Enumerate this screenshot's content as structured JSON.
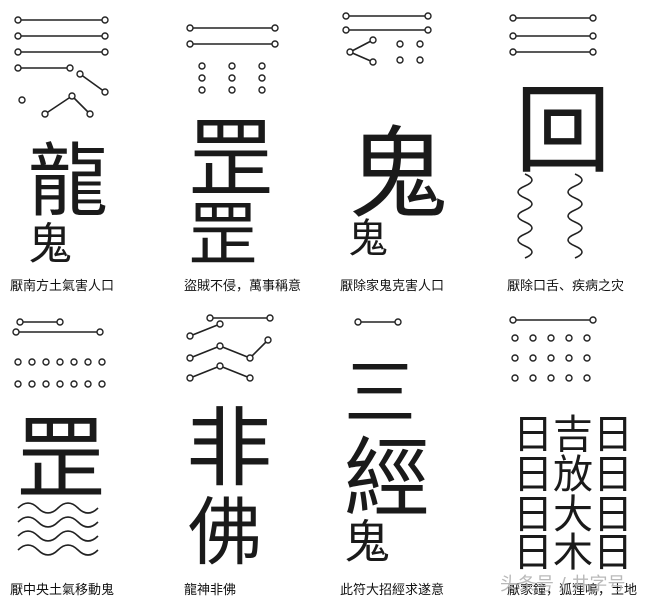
{
  "talismans": [
    {
      "caption": "厭南方土氣害人口",
      "glyph": "龍"
    },
    {
      "caption": "盜賊不侵，萬事稱意",
      "glyph": "罡"
    },
    {
      "caption": "厭除家鬼克害人口",
      "glyph": "鬼"
    },
    {
      "caption": "厭除口舌、疾病之灾",
      "glyph": "回"
    },
    {
      "caption": "厭中央土氣移動鬼",
      "glyph": "罡"
    },
    {
      "caption": "龍神非佛",
      "glyph": "非"
    },
    {
      "caption": "此符大招經求遂意",
      "glyph": "經"
    },
    {
      "caption": "厭家鐘，狐狸鳴，土地",
      "glyph": "放"
    }
  ],
  "watermark": "头条号 / 井字号"
}
